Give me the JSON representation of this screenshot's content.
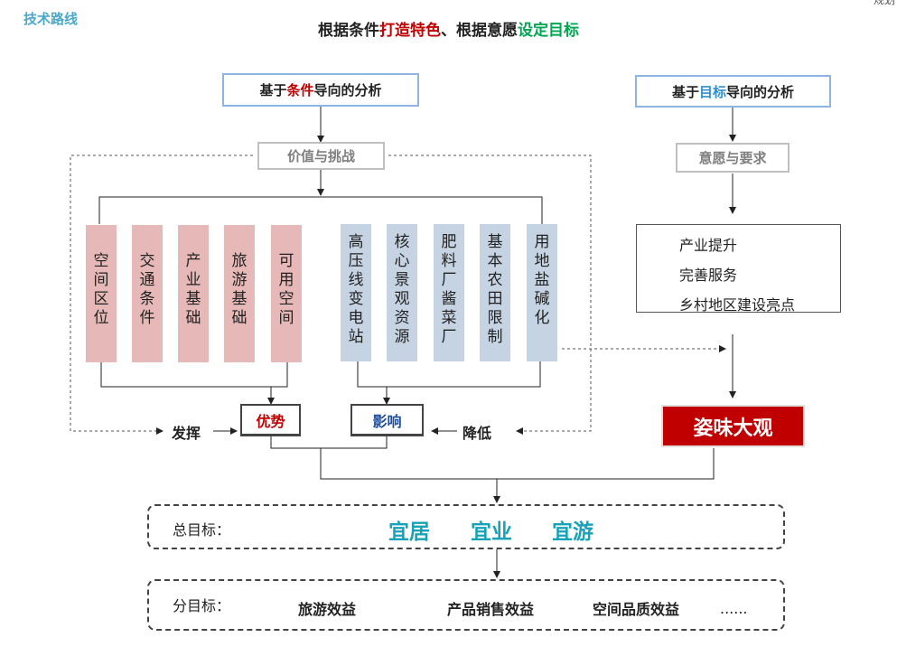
{
  "header": {
    "section_tag": "技术路线",
    "corner_text": "规划",
    "title_part1": "根据条件",
    "title_part2": "打造特色",
    "title_part3": "、根据意愿",
    "title_part4": "设定目标"
  },
  "left_branch": {
    "heading_pre": "基于",
    "heading_key": "条件",
    "heading_post": "导向的分析",
    "sub_heading": "价值与挑战",
    "strengths": [
      {
        "chars": [
          "空",
          "间",
          "区",
          "位"
        ]
      },
      {
        "chars": [
          "交",
          "通",
          "条",
          "件"
        ]
      },
      {
        "chars": [
          "产",
          "业",
          "基",
          "础"
        ]
      },
      {
        "chars": [
          "旅",
          "游",
          "基",
          "础"
        ]
      },
      {
        "chars": [
          "可",
          "用",
          "空",
          "间"
        ]
      }
    ],
    "constraints": [
      {
        "chars": [
          "高",
          "压",
          "线",
          "变",
          "电",
          "站"
        ]
      },
      {
        "chars": [
          "核",
          "心",
          "景",
          "观",
          "资",
          "源"
        ]
      },
      {
        "chars": [
          "肥",
          "料",
          "厂",
          "酱",
          "菜",
          "厂"
        ]
      },
      {
        "chars": [
          "基",
          "本",
          "农",
          "田",
          "限",
          "制"
        ]
      },
      {
        "chars": [
          "用",
          "地",
          "盐",
          "碱",
          "化"
        ]
      }
    ],
    "advantage_label": "优势",
    "impact_label": "影响",
    "leverage_label": "发挥",
    "reduce_label": "降低"
  },
  "right_branch": {
    "heading_pre": "基于",
    "heading_key": "目标",
    "heading_post": "导向的分析",
    "sub_heading": "意愿与要求",
    "items": [
      "产业提升",
      "完善服务",
      "乡村地区建设亮点"
    ],
    "highlight": "姿味大观"
  },
  "overall_goal": {
    "label": "总目标：",
    "words": [
      "宜居",
      "宜业",
      "宜游"
    ]
  },
  "sub_goals": {
    "label": "分目标：",
    "items": [
      "旅游效益",
      "产品销售效益",
      "空间品质效益",
      "......"
    ]
  }
}
